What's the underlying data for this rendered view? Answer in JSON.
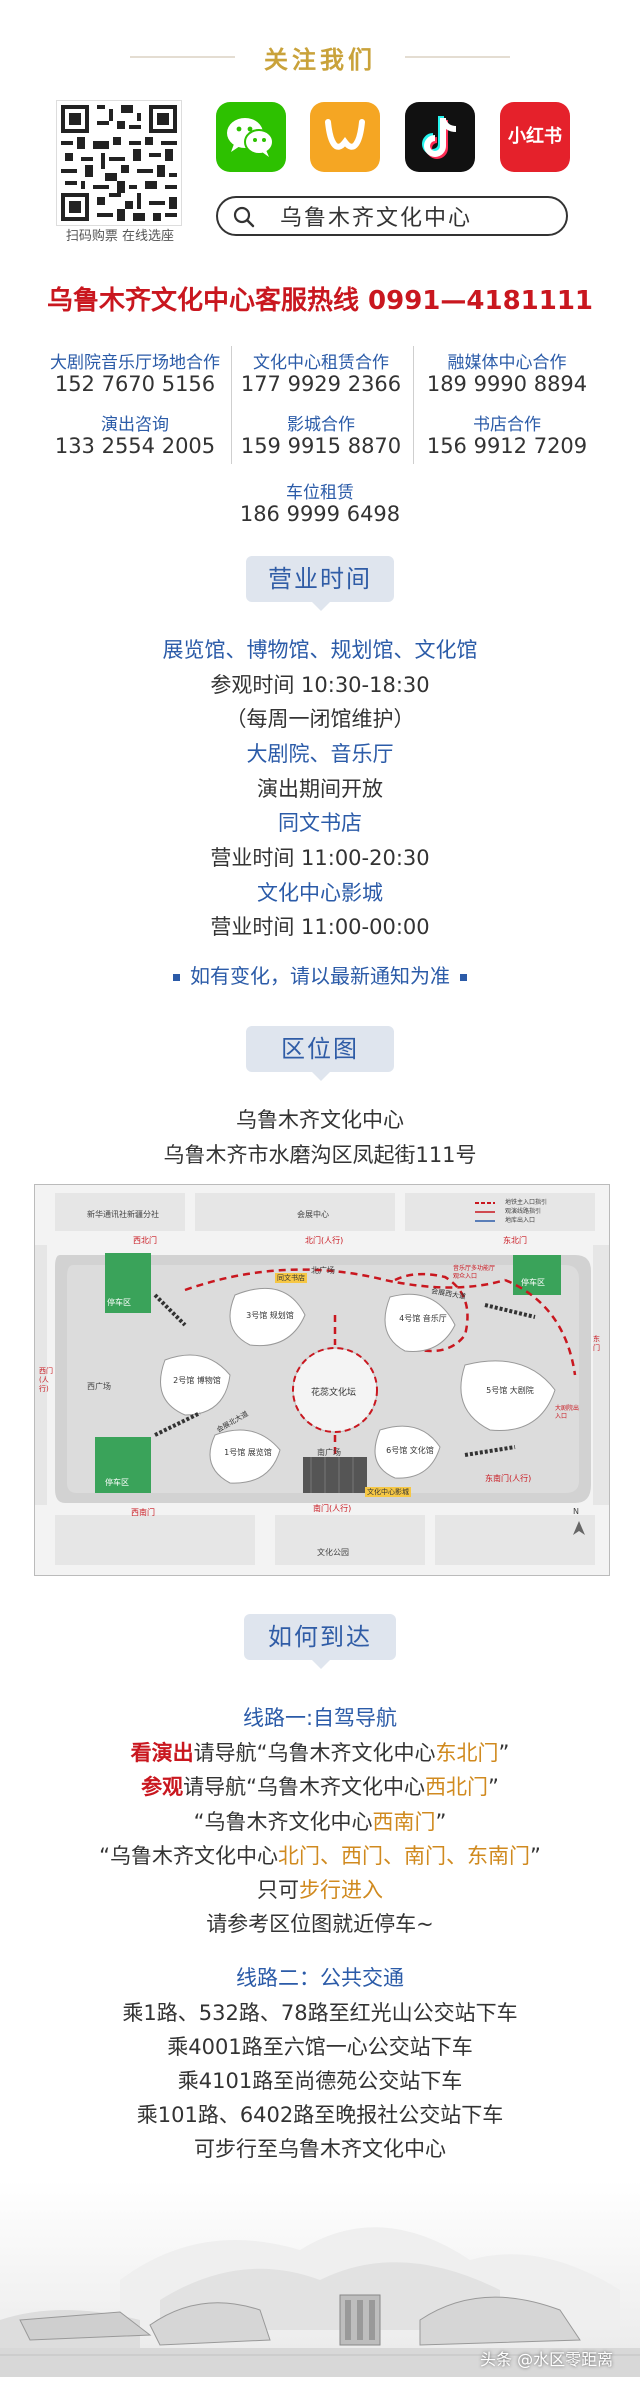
{
  "header": {
    "title": "关注我们",
    "qr_caption": "扫码购票  在线选座",
    "search_text": "乌鲁木齐文化中心",
    "apps": [
      {
        "icon": "wechat-icon",
        "color": "#2dc100"
      },
      {
        "icon": "weishi-icon",
        "color": "#f5a623"
      },
      {
        "icon": "tiktok-icon",
        "color": "#111111"
      },
      {
        "icon": "xiaohongshu-icon",
        "color": "#e5212b",
        "label": "小红书"
      }
    ]
  },
  "hotline": "乌鲁木齐文化中心客服热线 0991—4181111",
  "contacts": [
    {
      "name": "大剧院音乐厅场地合作",
      "number": "152 7670 5156"
    },
    {
      "name": "文化中心租赁合作",
      "number": "177 9929 2366"
    },
    {
      "name": "融媒体中心合作",
      "number": "189 9990 8894"
    },
    {
      "name": "演出咨询",
      "number": "133 2554 2005"
    },
    {
      "name": "影城合作",
      "number": "159 9915 8870"
    },
    {
      "name": "书店合作",
      "number": "156 9912 7209"
    },
    {
      "name": "车位租赁",
      "number": "186 9999 6498"
    }
  ],
  "hours": {
    "pill": "营业时间",
    "lines": [
      "展览馆、博物馆、规划馆、文化馆",
      "参观时间 10:30-18:30",
      "（每周一闭馆维护）",
      "大剧院、音乐厅",
      "演出期间开放",
      "同文书店",
      "营业时间 11:00-20:30",
      "文化中心影城",
      "营业时间 11:00-00:00"
    ],
    "note": "如有变化，请以最新通知为准"
  },
  "location": {
    "pill": "区位图",
    "name": "乌鲁木齐文化中心",
    "address": "乌鲁木齐市水磨沟区凤起街111号"
  },
  "map": {
    "top_labels": [
      "新华通讯社新疆分社",
      "会展中心"
    ],
    "bottom_label": "文化公园",
    "gates": [
      "西北门",
      "北门(人行)",
      "东北门",
      "西门(人行)",
      "西南门",
      "南门(人行)",
      "东南门(人行)",
      "东门"
    ],
    "areas": [
      "西广场",
      "南广场",
      "北广场",
      "花蕊文化坛"
    ],
    "buildings": [
      {
        "name": "1号馆 展览馆"
      },
      {
        "name": "2号馆 博物馆"
      },
      {
        "name": "3号馆 规划馆"
      },
      {
        "name": "4号馆 音乐厅"
      },
      {
        "name": "5号馆 大剧院"
      },
      {
        "name": "6号馆 文化馆"
      }
    ],
    "parking": [
      "停车区",
      "停车区",
      "停车区"
    ],
    "roads": [
      "会展北大道",
      "会展西大道"
    ],
    "tags": [
      "同文书店",
      "文化中心影城",
      "大剧院出入口",
      "音乐厅多功能厅 观众入口"
    ],
    "legend": [
      "地铁主入口指引",
      "观演线路指引",
      "地库出入口"
    ],
    "compass": "N",
    "colors": {
      "accent": "#c9171f",
      "parking": "#3aa35a",
      "building": "#ffffff"
    }
  },
  "arrival": {
    "pill": "如何到达",
    "route1_title": "线路一:自驾导航",
    "r1_l1_a": "看演出",
    "r1_l1_b": "请导航“乌鲁木齐文化中心",
    "r1_l1_c": "东北门",
    "r1_l1_d": "”",
    "r1_l2_a": "参观",
    "r1_l2_b": "请导航“乌鲁木齐文化中心",
    "r1_l2_c": "西北门",
    "r1_l2_d": "”",
    "r1_l3_a": "“乌鲁木齐文化中心",
    "r1_l3_b": "西南门",
    "r1_l3_c": "”",
    "r1_l4_a": "“乌鲁木齐文化中心",
    "r1_l4_b": "北门、西门、南门、东南门",
    "r1_l4_c": "”",
    "r1_l5_a": "只可",
    "r1_l5_b": "步行进入",
    "r1_l6": "请参考区位图就近停车~",
    "route2_title": "线路二：公共交通",
    "route2_lines": [
      "乘1路、532路、78路至红光山公交站下车",
      "乘4001路至六馆一心公交站下车",
      "乘4101路至尚德苑公交站下车",
      "乘101路、6402路至晚报社公交站下车",
      "可步行至乌鲁木齐文化中心"
    ]
  },
  "footer": {
    "watermark": "头条 @水区零距离"
  }
}
